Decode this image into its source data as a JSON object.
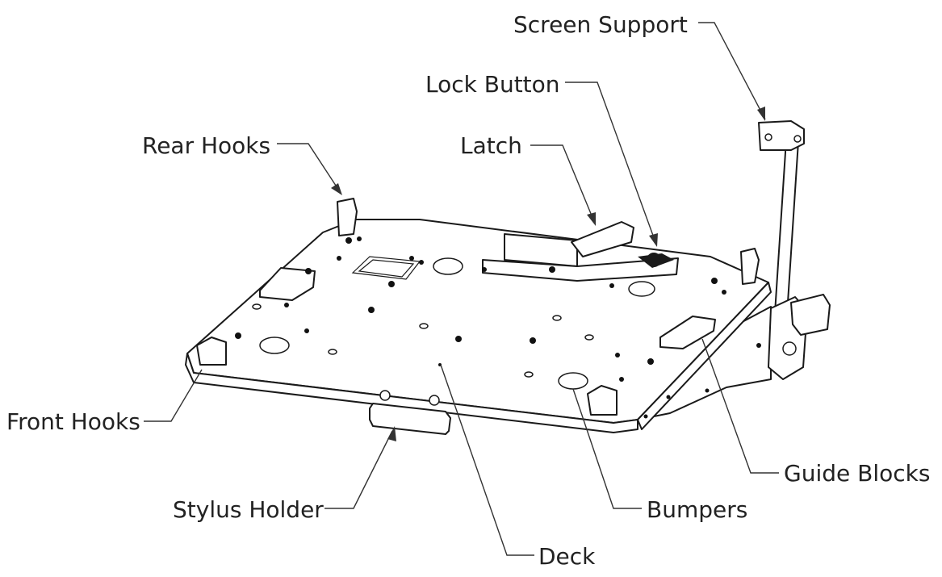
{
  "callouts": {
    "screen_support": "Screen Support",
    "lock_button": "Lock Button",
    "rear_hooks": "Rear Hooks",
    "latch": "Latch",
    "front_hooks": "Front Hooks",
    "guide_blocks": "Guide Blocks",
    "stylus_holder": "Stylus Holder",
    "bumpers": "Bumpers",
    "deck": "Deck"
  },
  "colors": {
    "line": "#1a1a1a",
    "text": "#222222",
    "background": "#ffffff"
  }
}
